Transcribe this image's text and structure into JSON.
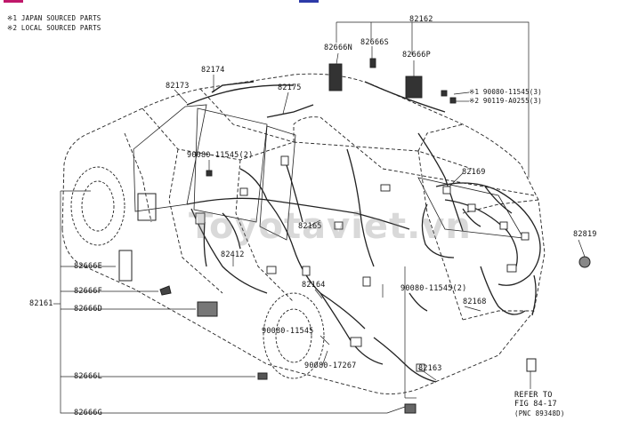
{
  "notes": {
    "japan": "※1 JAPAN SOURCED PARTS",
    "local": "※2 LOCAL SOURCED PARTS"
  },
  "parts": {
    "p82162": "82162",
    "p82666N": "82666N",
    "p82666S": "82666S",
    "p82666P": "82666P",
    "p82174": "82174",
    "p82173": "82173",
    "p82175": "82175",
    "bolt_japan": "※1 90080-11545(3)",
    "bolt_local": "※2 90119-A0255(3)",
    "clip_a": "90080-11545(2)",
    "p82169": "82169",
    "p82165": "82165",
    "p82819": "82819",
    "p82412": "82412",
    "p82666E": "82666E",
    "p82666F": "82666F",
    "p82161": "82161",
    "p82666D": "82666D",
    "p82164": "82164",
    "clip_b": "90080-11545(2)",
    "p82168": "82168",
    "clip_c": "90080-11545",
    "clip_d": "90080-17267",
    "p82163": "82163",
    "p82666L": "82666L",
    "p82666G": "82666G"
  },
  "refer": {
    "line1": "REFER TO",
    "line2": "FIG 84-17",
    "line3": "(PNC 89348D)"
  },
  "watermark": "Toyotaviet.vn",
  "colors": {
    "accent_pink": "#c0186a",
    "accent_blue": "#2d3aa8"
  }
}
